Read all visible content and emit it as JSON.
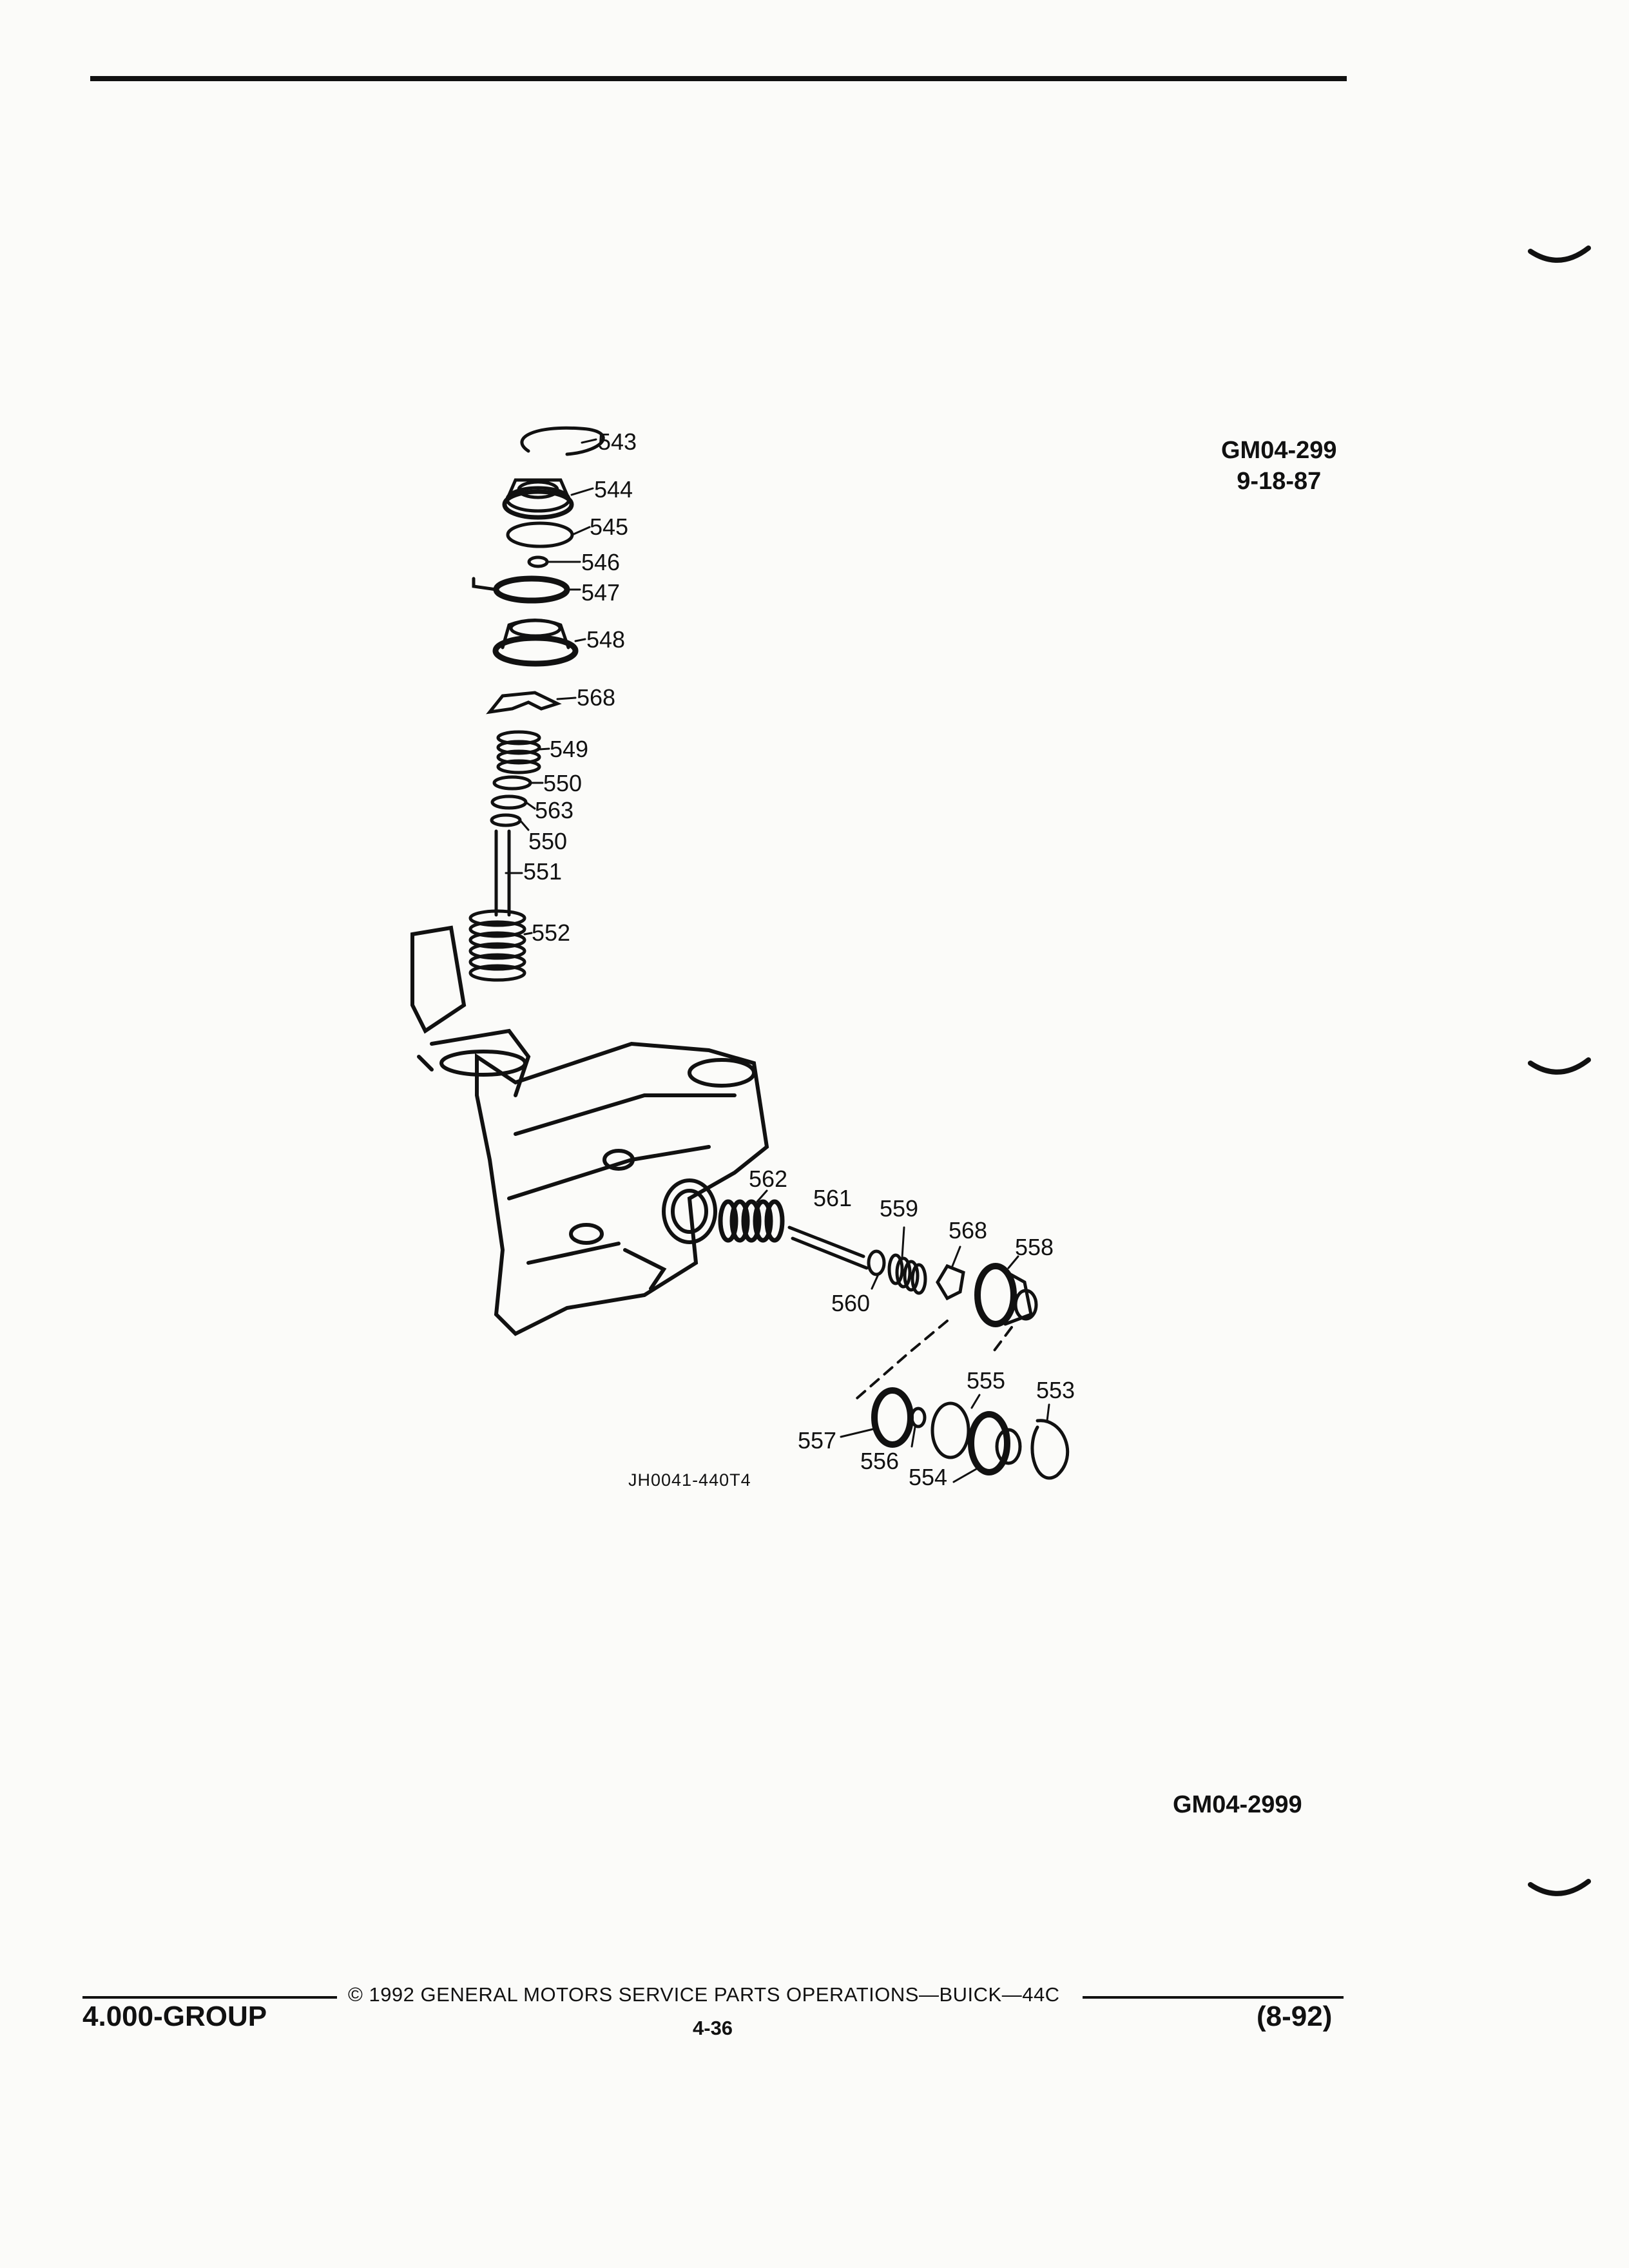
{
  "header": {
    "rule": true
  },
  "drawing": {
    "code": "GM04-299",
    "date": "9-18-87",
    "figure_id": "JH0041-440T4",
    "bottom_code": "GM04-2999",
    "callouts": [
      "543",
      "544",
      "545",
      "546",
      "547",
      "548",
      "568",
      "549",
      "550",
      "563",
      "550",
      "551",
      "552",
      "562",
      "561",
      "559",
      "568",
      "558",
      "560",
      "555",
      "553",
      "557",
      "556",
      "554"
    ]
  },
  "footer": {
    "group": "4.000-GROUP",
    "copyright": "© 1992 GENERAL MOTORS SERVICE PARTS OPERATIONS—BUICK—44C",
    "page": "4-36",
    "date_code": "(8-92)"
  }
}
